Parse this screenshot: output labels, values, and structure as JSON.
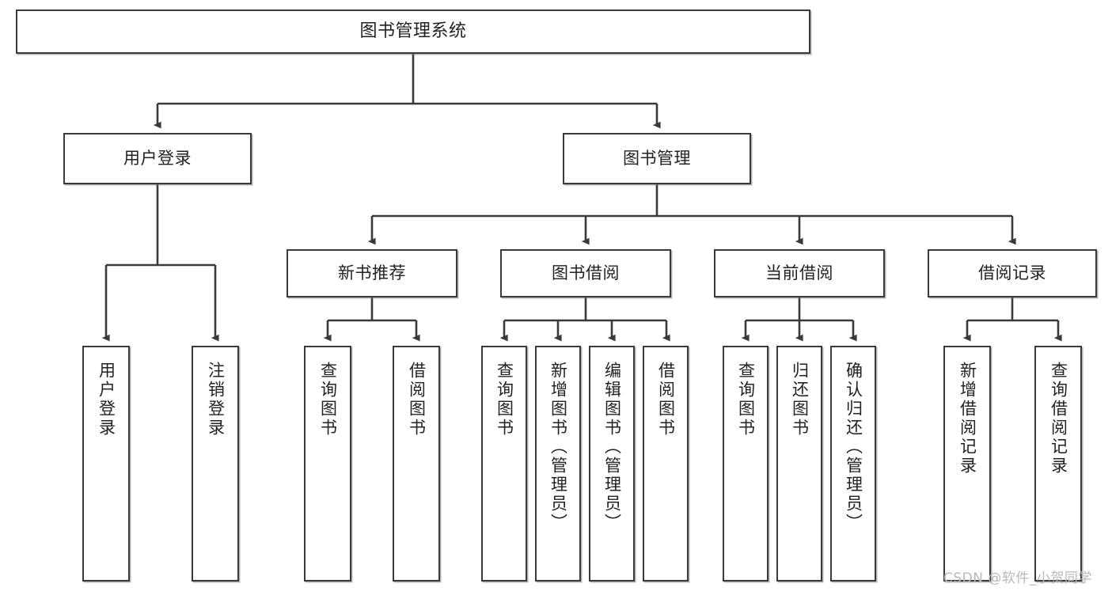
{
  "diagram": {
    "title": "图书管理系统",
    "type": "tree-hierarchy",
    "watermark": "CSDN @软件_小贺同学",
    "colors": {
      "node_border": "#3a3a3a",
      "node_fill": "#ffffff",
      "edge": "#3a3a3a",
      "text": "#222222",
      "watermark": "#b9b9b9",
      "background": "#ffffff"
    },
    "nodes": {
      "root": {
        "label": "图书管理系统"
      },
      "level2": [
        {
          "id": "user-login",
          "label": "用户登录"
        },
        {
          "id": "book-manage",
          "label": "图书管理"
        }
      ],
      "level3": [
        {
          "id": "new-book-recommend",
          "label": "新书推荐"
        },
        {
          "id": "book-borrow",
          "label": "图书借阅"
        },
        {
          "id": "current-borrow",
          "label": "当前借阅"
        },
        {
          "id": "borrow-record",
          "label": "借阅记录"
        }
      ],
      "leaves": [
        {
          "id": "leaf-user-login",
          "label": "用户登录"
        },
        {
          "id": "leaf-user-logout",
          "label": "注销登录"
        },
        {
          "id": "leaf-query-book-1",
          "label": "查询图书"
        },
        {
          "id": "leaf-borrow-book-1",
          "label": "借阅图书"
        },
        {
          "id": "leaf-query-book-2",
          "label": "查询图书"
        },
        {
          "id": "leaf-add-book",
          "label": "新增图书（管理员）"
        },
        {
          "id": "leaf-edit-book",
          "label": "编辑图书（管理员）"
        },
        {
          "id": "leaf-borrow-book-2",
          "label": "借阅图书"
        },
        {
          "id": "leaf-query-book-3",
          "label": "查询图书"
        },
        {
          "id": "leaf-return-book",
          "label": "归还图书"
        },
        {
          "id": "leaf-confirm-return",
          "label": "确认归还（管理员）"
        },
        {
          "id": "leaf-add-record",
          "label": "新增借阅记录"
        },
        {
          "id": "leaf-query-record",
          "label": "查询借阅记录"
        }
      ]
    }
  }
}
